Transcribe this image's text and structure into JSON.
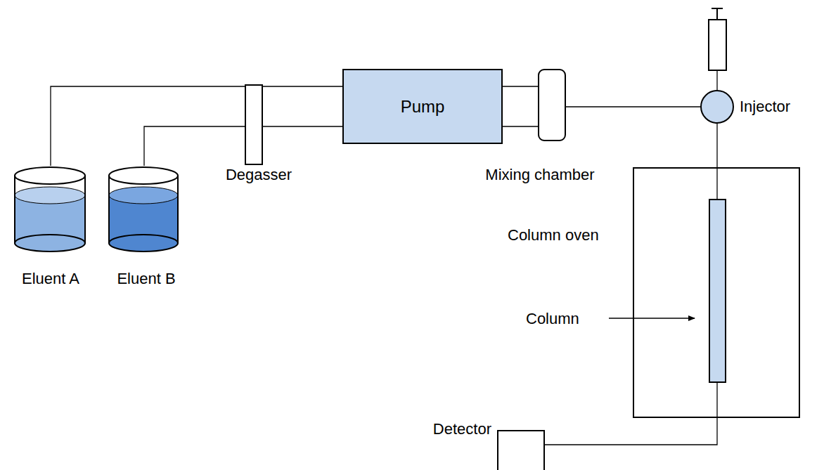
{
  "diagram": {
    "nodes": [
      {
        "text": [
          "Eluent A"
        ]
      },
      {
        "text": [
          "Eluent B"
        ]
      },
      {
        "text": [
          "Degasser"
        ]
      },
      {
        "text": [
          "Pump"
        ]
      },
      {
        "text": [
          "Mixing chamber"
        ]
      },
      {
        "text": [
          "Injector"
        ]
      },
      {
        "text": [
          "Column oven"
        ]
      },
      {
        "text": [
          "Column"
        ],
        "in": 6
      },
      {
        "text": [
          "Detector"
        ]
      }
    ],
    "edges": [
      {
        "from": 0,
        "to": 2,
        "arrow": "none"
      },
      {
        "from": 1,
        "to": 2,
        "arrow": "none"
      },
      {
        "from": 2,
        "to": 3,
        "arrow": "none"
      },
      {
        "from": 2,
        "to": 3,
        "arrow": "none"
      },
      {
        "from": 3,
        "to": 4,
        "arrow": "none"
      },
      {
        "from": 3,
        "to": 4,
        "arrow": "none"
      },
      {
        "from": 4,
        "to": 5,
        "arrow": "none"
      },
      {
        "from": 5,
        "to": 7,
        "arrow": "none"
      },
      {
        "from": 7,
        "to": 8,
        "arrow": "none"
      }
    ]
  }
}
